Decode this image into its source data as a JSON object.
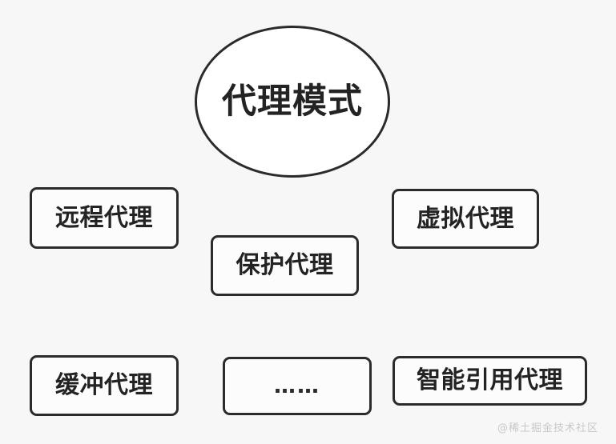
{
  "diagram": {
    "title": "代理模式",
    "background_color": "#f7f7f7",
    "stroke_color": "#2b2b2b",
    "text_color": "#232323",
    "center": {
      "label": "代理模式",
      "shape": "ellipse"
    },
    "nodes": [
      {
        "id": "remote",
        "label": "远程代理",
        "shape": "rounded-rect"
      },
      {
        "id": "virtual",
        "label": "虚拟代理",
        "shape": "rounded-rect"
      },
      {
        "id": "protect",
        "label": "保护代理",
        "shape": "rounded-rect"
      },
      {
        "id": "buffer",
        "label": "缓冲代理",
        "shape": "rounded-rect"
      },
      {
        "id": "dots",
        "label": "……",
        "shape": "rounded-rect"
      },
      {
        "id": "smartref",
        "label": "智能引用代理",
        "shape": "rounded-rect"
      }
    ]
  },
  "watermark": {
    "text": "@稀土掘金技术社区",
    "color": "#c8c8c8"
  }
}
